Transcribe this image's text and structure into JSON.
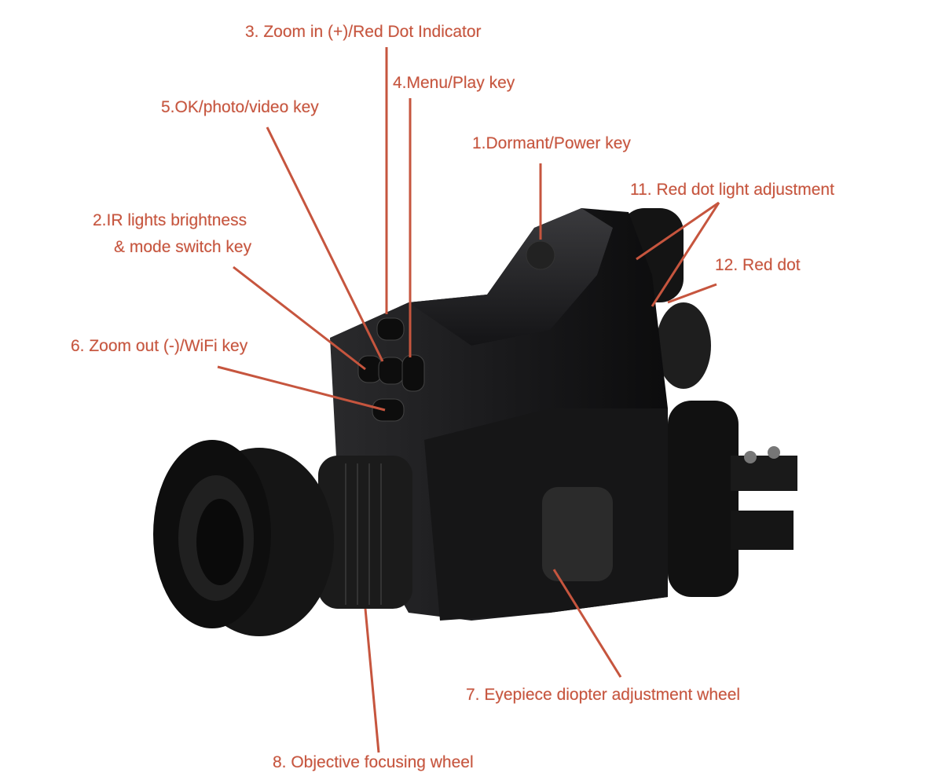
{
  "accent_color": "#c6553e",
  "labels": {
    "zoom_in": "3. Zoom in (+)/Red Dot Indicator",
    "menu_play": "4.Menu/Play key",
    "ok_photo": "5.OK/photo/video key",
    "power": "1.Dormant/Power key",
    "red_dot_adjust": "11. Red dot light adjustment",
    "ir_line1": "2.IR lights brightness",
    "ir_line2": "& mode switch key",
    "red_dot": "12. Red dot",
    "zoom_out": "6. Zoom out (-)/WiFi key",
    "diopter": "7. Eyepiece diopter adjustment wheel",
    "focus": "8. Objective focusing wheel"
  }
}
